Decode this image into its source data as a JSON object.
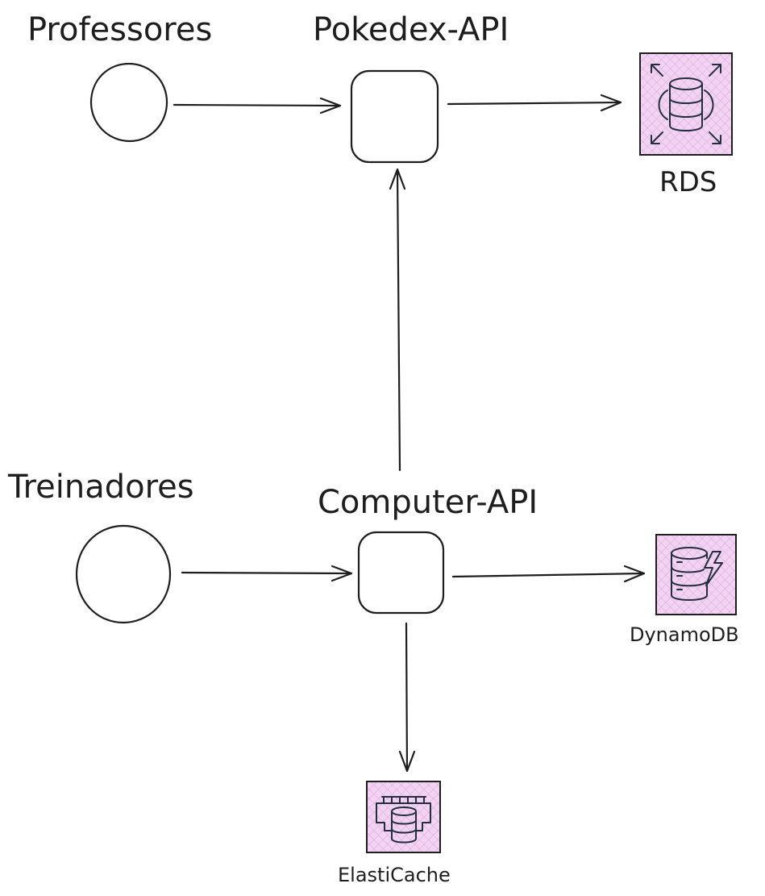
{
  "labels": {
    "professores": "Professores",
    "pokedex_api": "Pokedex-API",
    "rds": "RDS",
    "treinadores": "Treinadores",
    "computer_api": "Computer-API",
    "dynamodb": "DynamoDB",
    "elasticache": "ElastiCache"
  },
  "colors": {
    "ink": "#1e1e1e",
    "aws_tile": "#f3d3f3",
    "aws_icon": "#232f3e"
  },
  "icons": {
    "rds": "rds-icon",
    "dynamodb": "dynamodb-icon",
    "elasticache": "elasticache-icon"
  }
}
